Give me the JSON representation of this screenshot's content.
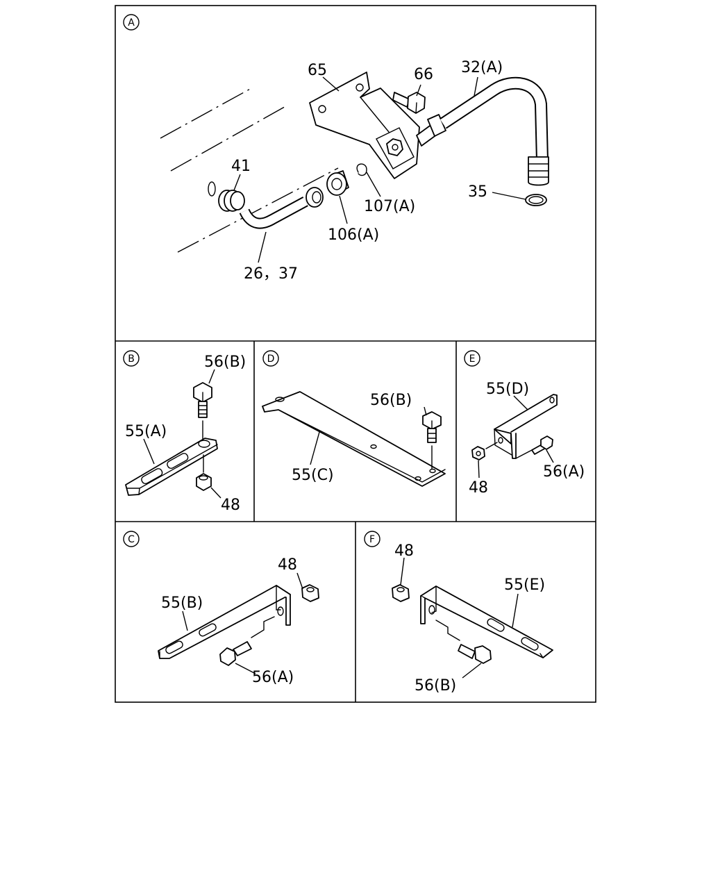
{
  "panels": {
    "a": {
      "id": "A",
      "labels": {
        "p65": "65",
        "p66": "66",
        "p32a": "32(A)",
        "p41": "41",
        "p107a": "107(A)",
        "p35": "35",
        "p106a": "106(A)",
        "p26_37": "26，37"
      }
    },
    "b": {
      "id": "B",
      "labels": {
        "p56b": "56(B)",
        "p55a": "55(A)",
        "p48": "48"
      }
    },
    "d": {
      "id": "D",
      "labels": {
        "p56b": "56(B)",
        "p55c": "55(C)"
      }
    },
    "e": {
      "id": "E",
      "labels": {
        "p55d": "55(D)",
        "p48": "48",
        "p56a": "56(A)"
      }
    },
    "c": {
      "id": "C",
      "labels": {
        "p48": "48",
        "p55b": "55(B)",
        "p56a": "56(A)"
      }
    },
    "f": {
      "id": "F",
      "labels": {
        "p48": "48",
        "p55e": "55(E)",
        "p56b": "56(B)"
      }
    }
  }
}
